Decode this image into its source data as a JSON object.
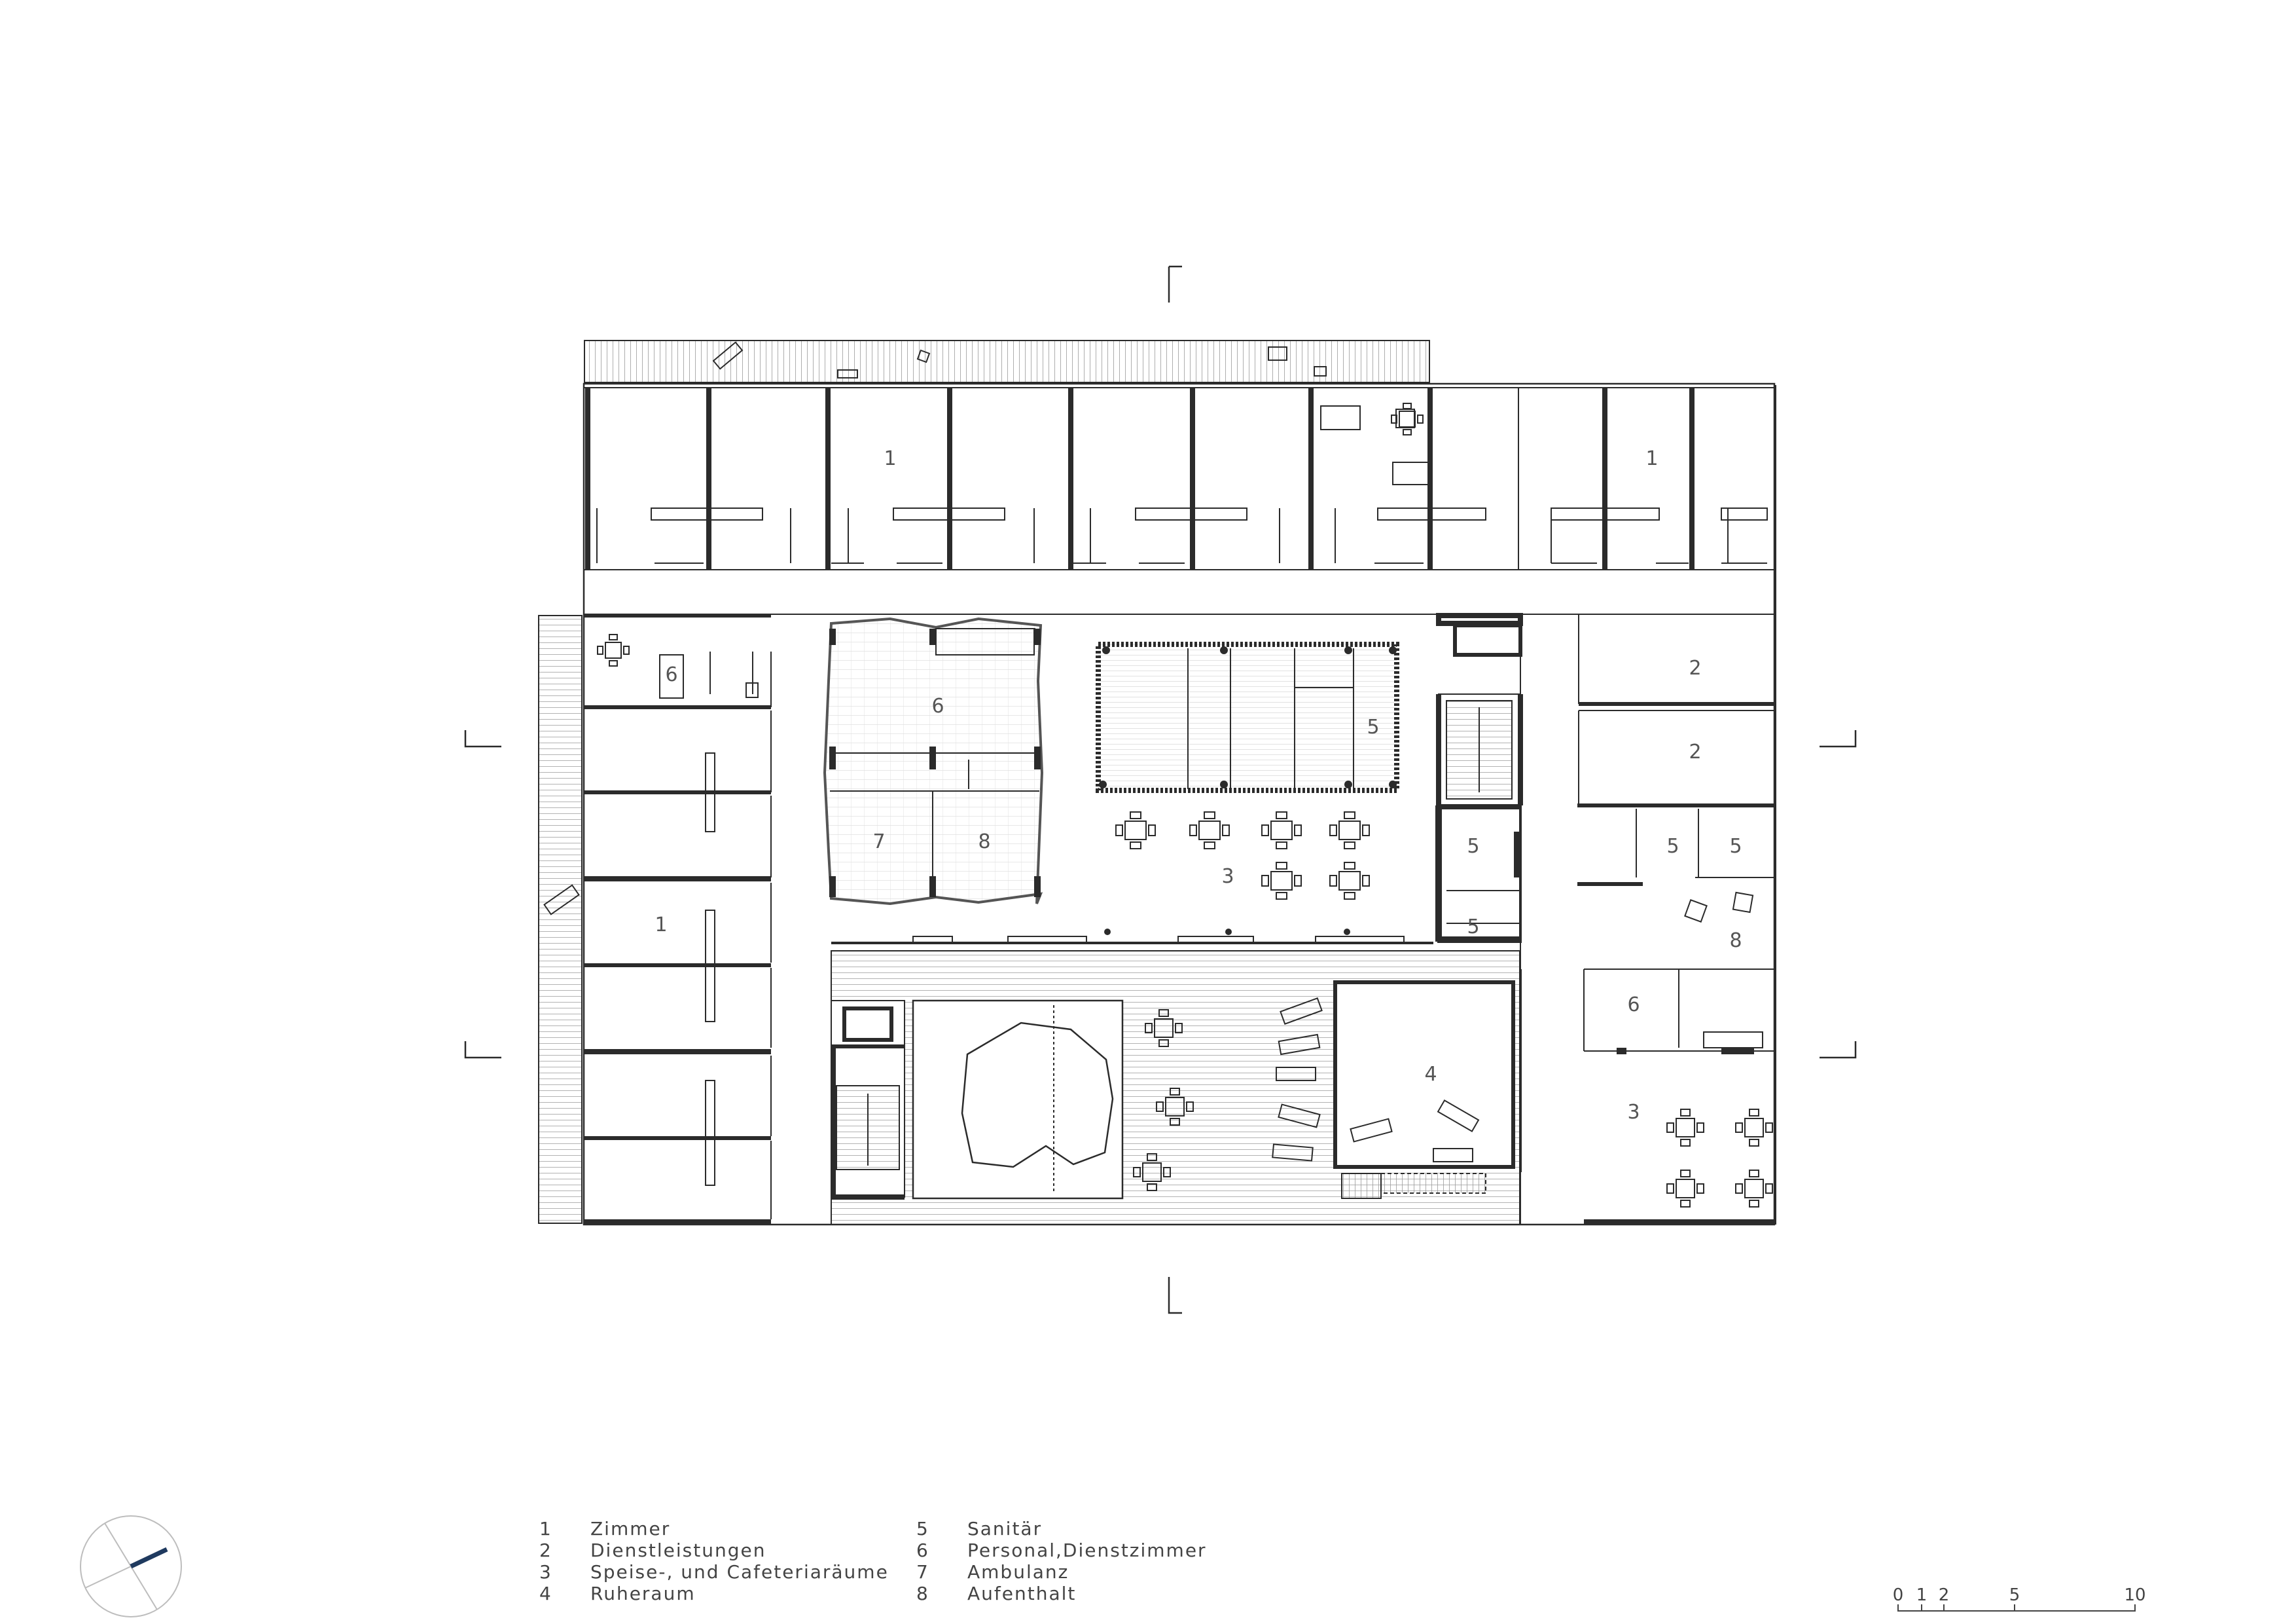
{
  "rooms": {
    "r1a": "1",
    "r1b": "1",
    "r1c": "1",
    "r2a": "2",
    "r2b": "2",
    "r3a": "3",
    "r3b": "3",
    "r4": "4",
    "r5a": "5",
    "r5b": "5",
    "r5c": "5",
    "r5d": "5",
    "r5e": "5",
    "r6a": "6",
    "r6b": "6",
    "r6c": "6",
    "r7": "7",
    "r8a": "8",
    "r8b": "8"
  },
  "legend": {
    "left": [
      {
        "num": "1",
        "label": "Zimmer"
      },
      {
        "num": "2",
        "label": "Dienstleistungen"
      },
      {
        "num": "3",
        "label": "Speise-, und Cafeteriaräume"
      },
      {
        "num": "4",
        "label": "Ruheraum"
      }
    ],
    "right": [
      {
        "num": "5",
        "label": "Sanitär"
      },
      {
        "num": "6",
        "label": "Personal,Dienstzimmer"
      },
      {
        "num": "7",
        "label": "Ambulanz"
      },
      {
        "num": "8",
        "label": "Aufenthalt"
      }
    ]
  },
  "scale_bar": {
    "ticks": [
      "0",
      "1",
      "2",
      "5",
      "10"
    ]
  },
  "icons": {
    "north_arrow": "compass-icon"
  },
  "colors": {
    "line": "#2b2b2b",
    "north_accent": "#1f3a5f"
  }
}
